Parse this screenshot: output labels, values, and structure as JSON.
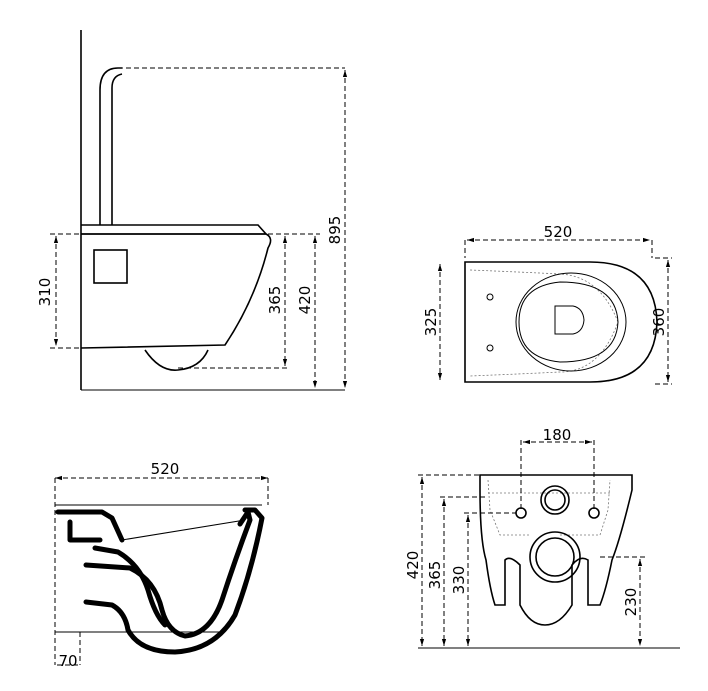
{
  "dimensions": {
    "side_total_height": "895",
    "side_seat_height": "310",
    "side_rim_365": "365",
    "side_rim_420": "420",
    "top_length": "520",
    "top_width_325": "325",
    "top_width_360": "360",
    "section_length": "520",
    "section_offset": "70",
    "front_bolt_spacing": "180",
    "front_height_420": "420",
    "front_height_365": "365",
    "front_height_330": "330",
    "front_outlet_230": "230"
  }
}
